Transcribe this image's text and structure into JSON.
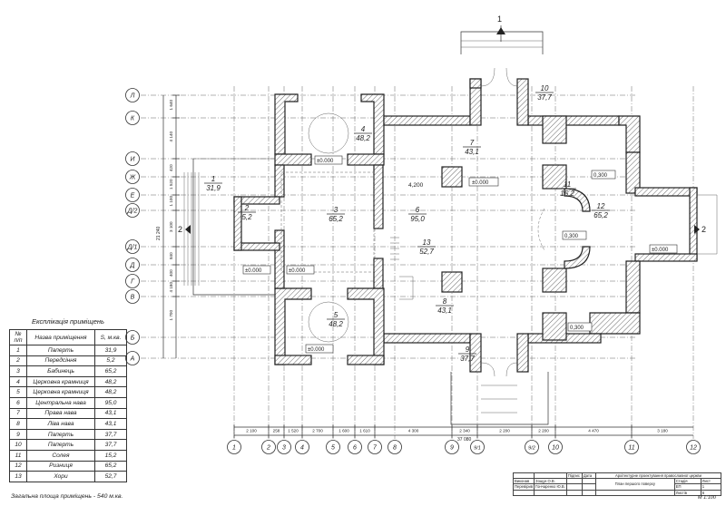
{
  "rows": {
    "grid": [
      "Л",
      "К",
      "И",
      "Ж",
      "Е",
      "Д/2",
      "Д/1",
      "Д",
      "Г",
      "В",
      "Б",
      "А"
    ]
  },
  "columns": {
    "grid": [
      "1",
      "2",
      "3",
      "4",
      "5",
      "6",
      "7",
      "8",
      "9",
      "9/1",
      "9/2",
      "10",
      "11",
      "12"
    ]
  },
  "left_dims": [
    "1 640",
    "4 140",
    "420",
    "1 520",
    "1 100",
    "3 100",
    "840",
    "400",
    "4 180",
    "1 700"
  ],
  "left_total": "21 240",
  "bottom_dims": [
    "2 100",
    "258",
    "1 520",
    "2 700",
    "1 600",
    "1 610",
    "4 300",
    "2 340",
    "2 200",
    "2 200",
    "4 470",
    "3 180"
  ],
  "bottom_total": "37 080",
  "section_mark": "1",
  "section_mark_2": "2",
  "rooms": [
    {
      "num": "1",
      "area": "31,9"
    },
    {
      "num": "2",
      "area": "5,2"
    },
    {
      "num": "3",
      "area": "65,2"
    },
    {
      "num": "4",
      "area": "48,2"
    },
    {
      "num": "5",
      "area": "48,2"
    },
    {
      "num": "6",
      "area": "95,0"
    },
    {
      "num": "7",
      "area": "43,1"
    },
    {
      "num": "8",
      "area": "43,1"
    },
    {
      "num": "9",
      "area": "37,7"
    },
    {
      "num": "10",
      "area": "37,7"
    },
    {
      "num": "11",
      "area": "15,2"
    },
    {
      "num": "12",
      "area": "65,2"
    },
    {
      "num": "13",
      "area": "52,7"
    }
  ],
  "levels": {
    "zero": "±0.000",
    "zero_alt": "±0,000",
    "l4200": "4,200",
    "l0300": "0,300",
    "l_0300": "0.300"
  },
  "explication": {
    "title": "Експлікація приміщень",
    "headers": [
      "№ п/п",
      "Назва приміщення",
      "S, м.кв."
    ],
    "rows": [
      [
        "1",
        "Паперть",
        "31,9"
      ],
      [
        "2",
        "Передсіння",
        "5,2"
      ],
      [
        "3",
        "Бабинець",
        "65,2"
      ],
      [
        "4",
        "Церковна крамниця",
        "48,2"
      ],
      [
        "5",
        "Церковна крамниця",
        "48,2"
      ],
      [
        "6",
        "Центральна нава",
        "95,0"
      ],
      [
        "7",
        "Права нава",
        "43,1"
      ],
      [
        "8",
        "Ліва нава",
        "43,1"
      ],
      [
        "9",
        "Паперть",
        "37,7"
      ],
      [
        "10",
        "Паперть",
        "37,7"
      ],
      [
        "11",
        "Солея",
        "15,2"
      ],
      [
        "12",
        "Ризниця",
        "65,2"
      ],
      [
        "13",
        "Хори",
        "52,7"
      ]
    ],
    "total": "Загальна площа приміщень - 540 м.кв."
  },
  "stamp": {
    "project": "Архітектурне проектування православної церкви",
    "sheet_title": "План першого поверху",
    "roles": [
      "Виконав",
      "Перевірив"
    ],
    "names": [
      "Зощук О.В.",
      "Гончаренко Ю.В."
    ],
    "cols": [
      "Підпис",
      "Дата"
    ],
    "stage_hdr": [
      "Стадія",
      "Лист",
      "Листів"
    ],
    "stage_vals": [
      "ЕП",
      "1",
      "6"
    ]
  },
  "scale": "М 1:100"
}
